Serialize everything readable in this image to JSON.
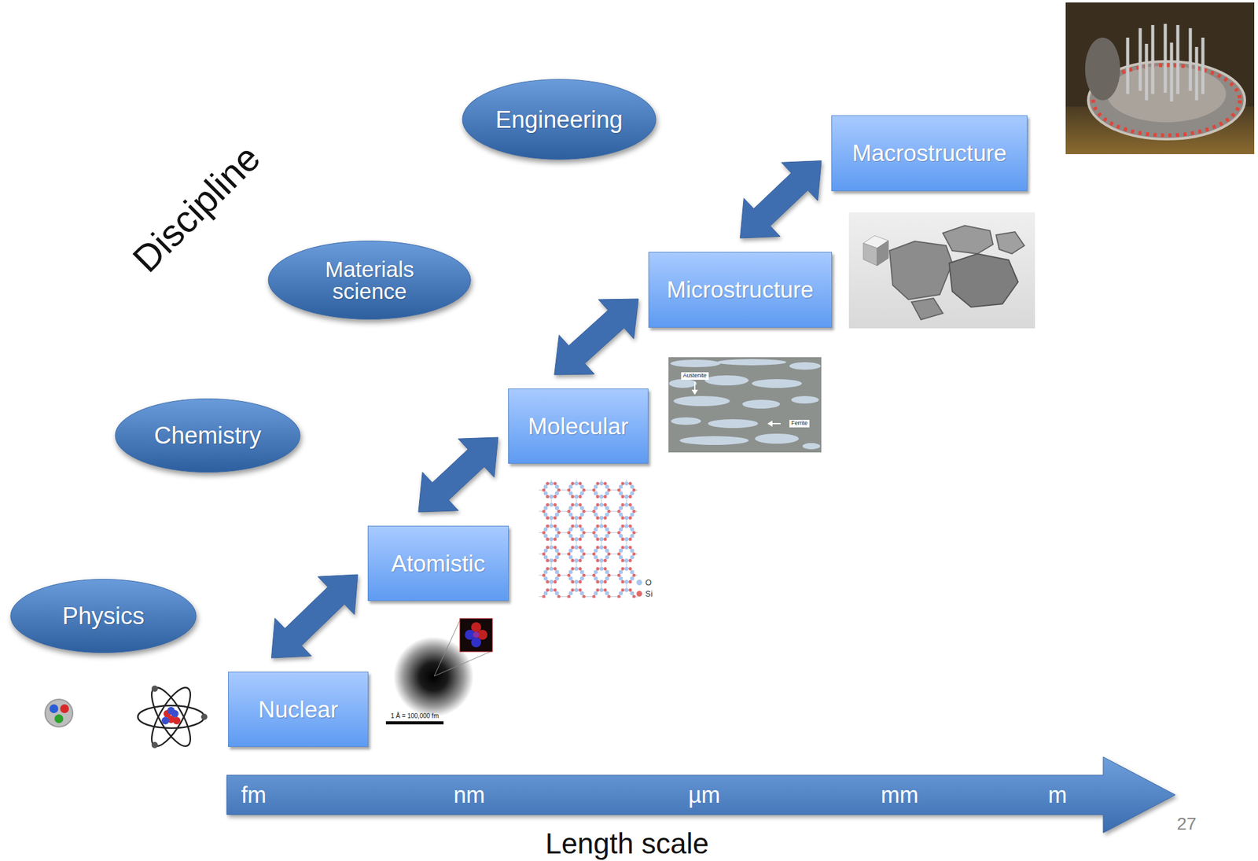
{
  "diagram": {
    "nodes": [
      {
        "text": [
          "Engineering"
        ]
      },
      {
        "text": [
          "Macrostructure"
        ]
      },
      {
        "text": [
          "Materials science"
        ]
      },
      {
        "text": [
          "Microstructure"
        ]
      },
      {
        "text": [
          "Molecular"
        ]
      },
      {
        "text": [
          "Chemistry"
        ]
      },
      {
        "text": [
          "Atomistic"
        ]
      },
      {
        "text": [
          "Physics"
        ]
      },
      {
        "text": [
          "Nuclear"
        ]
      },
      {
        "text": [
          "fm",
          "nm",
          "µm",
          "mm",
          "m"
        ]
      }
    ],
    "edges": [
      {
        "from": 8,
        "to": 6,
        "arrow": "both"
      },
      {
        "from": 6,
        "to": 4,
        "arrow": "both"
      },
      {
        "from": 4,
        "to": 3,
        "arrow": "both"
      },
      {
        "from": 3,
        "to": 1,
        "arrow": "both"
      }
    ],
    "labels": [
      "Discipline",
      "Length scale",
      "27",
      "Austenite",
      "Ferrite",
      "1 Å = 100,000 fm"
    ],
    "legend": [
      {
        "text": "O",
        "color": "#a9c6ec"
      },
      {
        "text": "Si",
        "color": "#e26a6a"
      }
    ]
  }
}
